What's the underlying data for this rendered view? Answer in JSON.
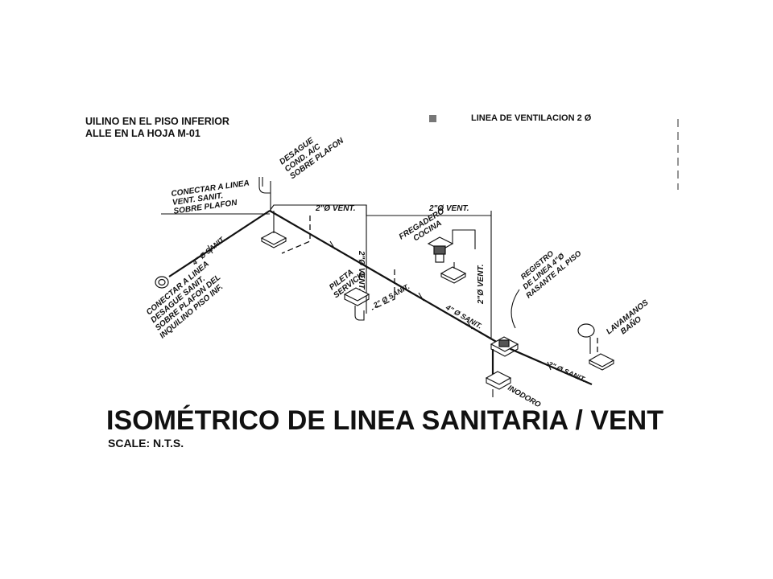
{
  "drawing": {
    "title": "ISOMÉTRICO DE LINEA SANITARIA / VENT",
    "scale": "SCALE: N.T.S.",
    "notes": {
      "top_left_line1": "UILINO EN EL PISO INFERIOR",
      "top_left_line2": "ALLE EN LA HOJA M-01",
      "top_right": "LINEA DE VENTILACION 2 Ø"
    },
    "labels": {
      "desague_ac_1": "DESAGUE",
      "desague_ac_2": "COND. A/C",
      "desague_ac_3": "SOBRE PLAFON",
      "conectar_vent_1": "CONECTAR A LINEA",
      "conectar_vent_2": "VENT. SANIT.",
      "conectar_vent_3": "SOBRE PLAFON",
      "vent_2_a": "2\"Ø VENT.",
      "vent_2_b": "2\"Ø VENT.",
      "vent_2_c": "2\"Ø VENT.",
      "vent_2_d": "2\"Ø VENT.",
      "san_4_a": "4\" Ø SANIT.",
      "san_4_b": "4\" Ø SANIT.",
      "san_2_a": "2\" Ø SANIT.",
      "san_2_b": "2\" Ø SANIT.",
      "fregadero_1": "FREGADERO",
      "fregadero_2": "COCINA",
      "pileta_1": "PILETA",
      "pileta_2": "SERVICIO",
      "registro_1": "REGISTRO",
      "registro_2": "DE LINEA 4\"Ø",
      "registro_3": "RASANTE AL PISO",
      "lavamanos_1": "LAVAMANOS",
      "lavamanos_2": "BAÑO",
      "inodoro": "INODORO",
      "conectar_desague_1": "CONECTAR A LINEA",
      "conectar_desague_2": "DESAGUE SANIT.",
      "conectar_desague_3": "SOBRE PLAFON DEL",
      "conectar_desague_4": "INQUILINO PISO INF."
    }
  }
}
